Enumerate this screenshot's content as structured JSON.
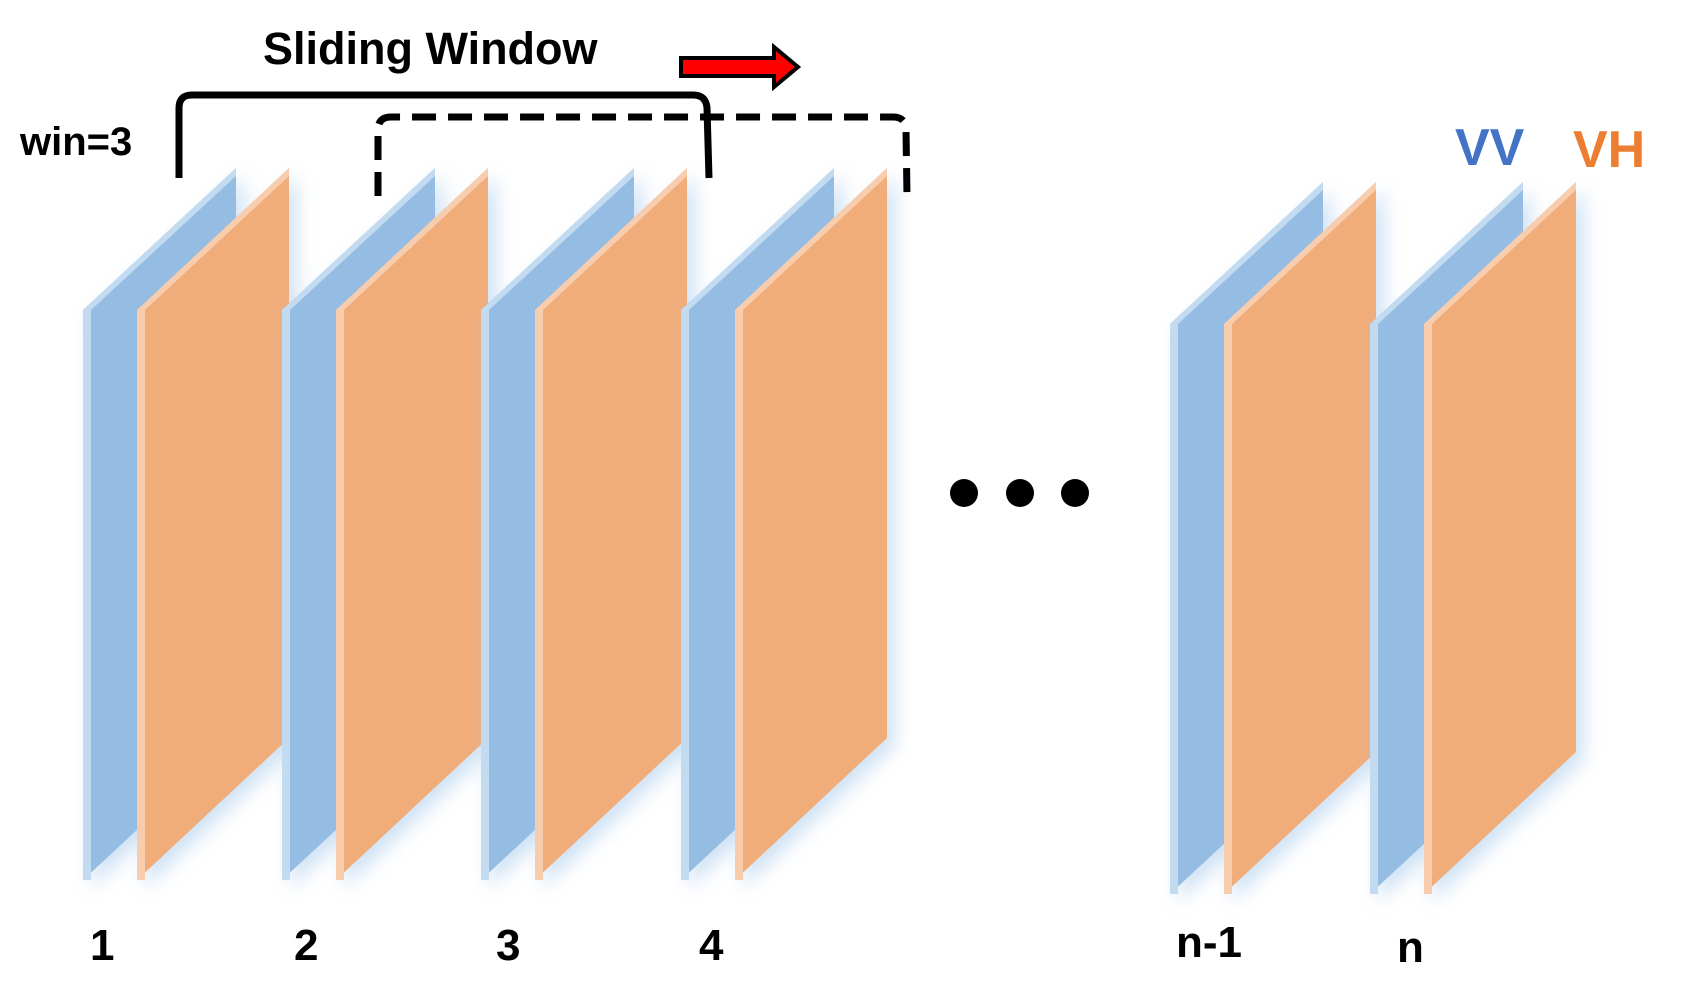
{
  "title": "Sliding Window",
  "window_label": "win=3",
  "legend": {
    "vv": {
      "label": "VV",
      "color": "#4472C4"
    },
    "vh": {
      "label": "VH",
      "color": "#ED7D31"
    }
  },
  "colors": {
    "vv_panel": "#95BDE3",
    "vv_edge": "#C3DBF1",
    "vh_panel": "#F0AD7A",
    "vh_edge": "#F8CDAE",
    "arrow": "#FF0000",
    "bracket": "#000000"
  },
  "frames": [
    {
      "label": "1"
    },
    {
      "label": "2"
    },
    {
      "label": "3"
    },
    {
      "label": "4"
    },
    {
      "label": "n-1"
    },
    {
      "label": "n"
    }
  ],
  "ellipsis": "• • •",
  "brackets": {
    "current": {
      "style": "solid",
      "covers": [
        "1",
        "2",
        "3"
      ]
    },
    "next": {
      "style": "dashed",
      "covers": [
        "2",
        "3",
        "4"
      ]
    }
  },
  "arrow": {
    "direction": "right"
  }
}
